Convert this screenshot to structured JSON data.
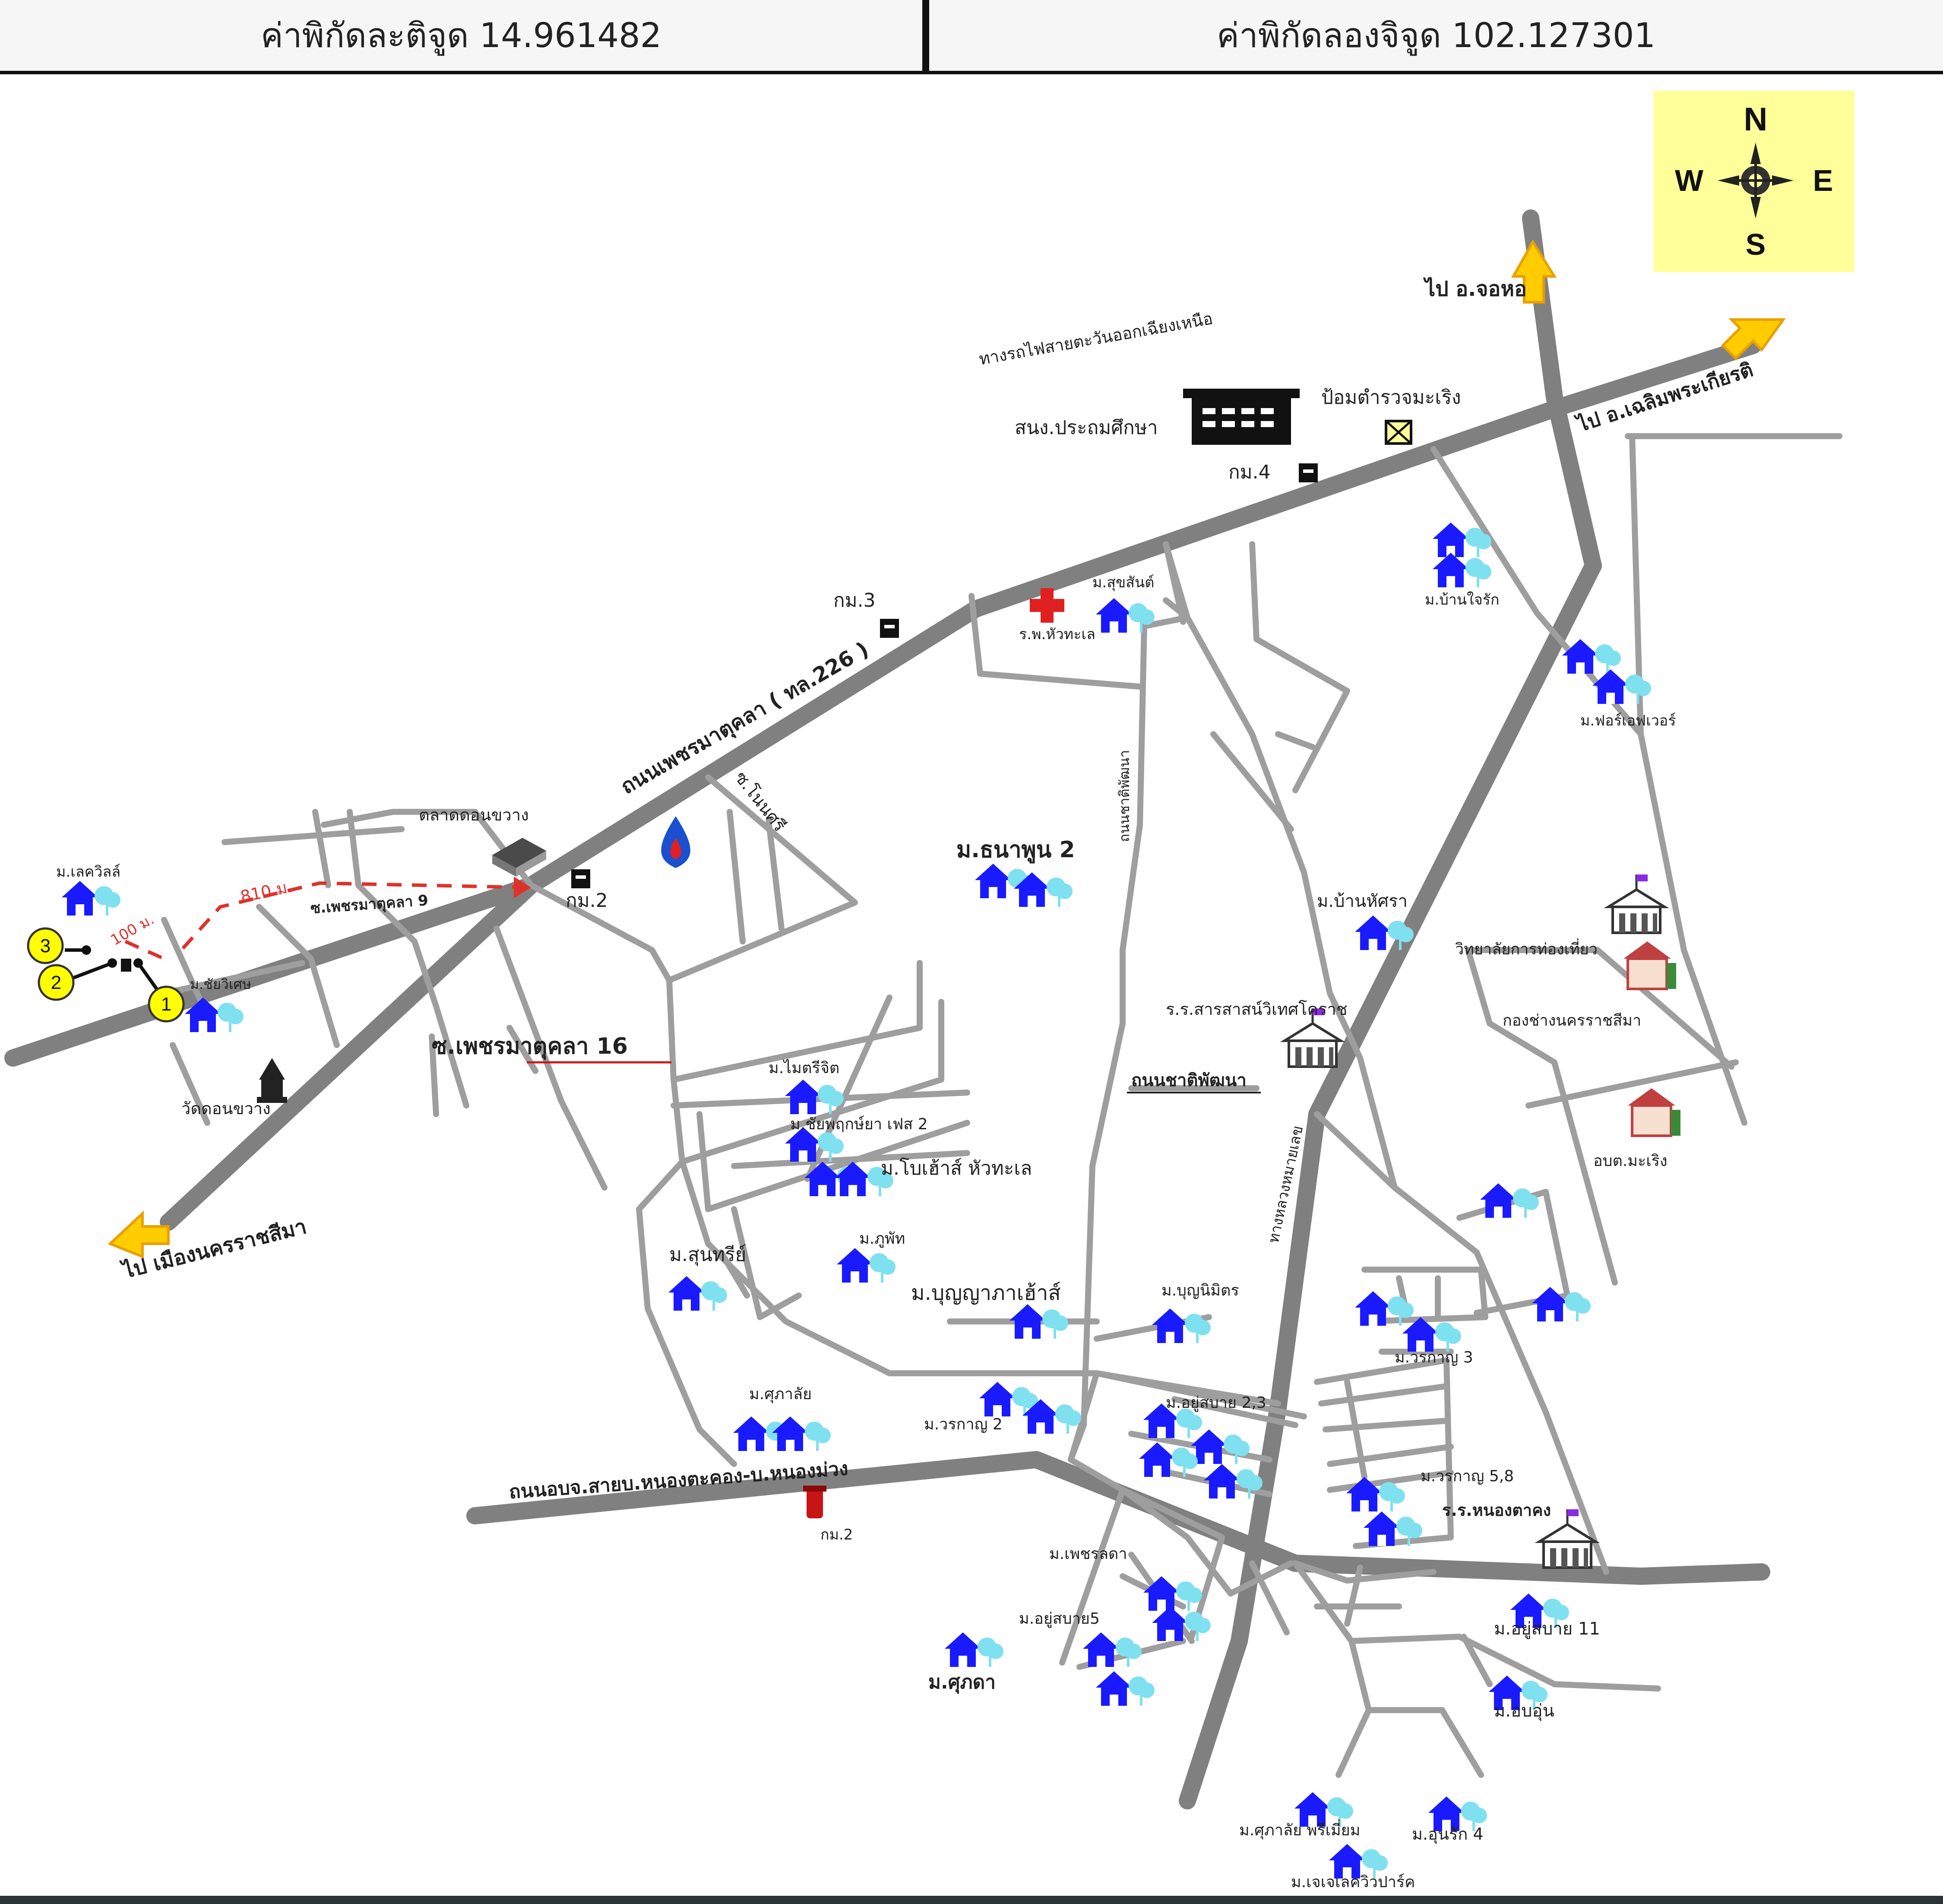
{
  "header": {
    "latitude_text": "ค่าพิกัดละติจูด 14.961482",
    "longitude_text": "ค่าพิกัดลองจิจูด 102.127301"
  },
  "compass": {
    "n": "N",
    "s": "S",
    "e": "E",
    "w": "W",
    "background": "#ffff99"
  },
  "colors": {
    "road": "#808080",
    "minor_road": "#9e9e9e",
    "route_dashed": "#e0312b",
    "arrow": "#ffcc00",
    "marker": "#ffff00",
    "house": "#1a1aff",
    "hospital": "#e02020"
  },
  "labels": {
    "to_chokchai": "ไป อ.จอหอ",
    "to_chaloem": "ไป อ.เฉลิมพระเกียรติ",
    "to_nakhon": "ไป เมืองนครราชสีมา",
    "railway": "ทางรถไฟสายตะวันออกเฉียงเหนือ",
    "edu_office": "สนง.ประถมศึกษา",
    "police": "ป้อมตำรวจมะเริง",
    "km4": "กม.4",
    "km3": "กม.3",
    "km2a": "กม.2",
    "km2b": "กม.2",
    "main_road": "ถนนเพชรมาตุคลา ( ทล.226 )",
    "hospital": "ร.พ.หัวทะเล",
    "m_sukhsan": "ม.สุขสันต์",
    "m_ban_jadsan": "ม.บ้านใจรัก",
    "m_forever": "ม.ฟอร์เอฟเวอร์",
    "market": "ตลาดดอนขวาง",
    "soi_phonsri": "ซ.โนนศรี",
    "m_thanaphun2": "ม.ธนาพูน 2",
    "m_lifestyle": "ม.เลควิลล์",
    "dist_810": "810 ม.",
    "dist_100": "100 ม.",
    "soi_phetmatukala9": "ซ.เพชรมาตุคลา 9",
    "m_chaiwiset": "ม.ชัยวิเศษ",
    "wat_donkhwang": "วัดดอนขวาง",
    "soi_phetmatukala16": "ซ.เพชรมาตุคลา 16",
    "m_ban_hatsaya": "ม.บ้านหัศรา",
    "college_tourism": "วิทยาลัยการท่องเที่ยว",
    "school_lasalle": "ร.ร.สารสาสน์วิเทศโคราช",
    "road_chatpatthana": "ถนนชาติพัฒนา",
    "road_chatpatthana_v": "ถนนชาติพัฒนา",
    "kong_chang": "กองช่างนครราชสีมา",
    "m_maitri": "ม.ไมตรีจิต",
    "m_chaiyaphruek": "ม.ชัยพฤกษ์ยา เฟส 2",
    "m_bohaus": "ม.โบเฮ้าส์ หัวทะเล",
    "obt_marueng": "อบต.มะเริง",
    "m_sunthari": "ม.สุนทรีย์",
    "m_phuphat": "ม.ภูพัท",
    "m_bunyaphahouse": "ม.บุญญาภาเฮ้าส์",
    "m_bunnimit": "ม.บุญนิมิตร",
    "m_warakon3": "ม.วรกาญ 3",
    "m_suphalai": "ม.ศุภาลัย",
    "m_warakon2": "ม.วรกาญ 2",
    "m_yusabai23": "ม.อยู่สบาย 2,3",
    "m_warakon58": "ม.วรกาญ 5,8",
    "road_nongtakhong": "ถนนอบจ.สายบ.หนองตะคอง-บ.หนองม่วง",
    "school_nongtakhong": "ร.ร.หนองตาคง",
    "m_phetrada": "ม.เพชรลดา",
    "m_yusabai5": "ม.อยู่สบาย5",
    "m_yusabai11": "ม.อยู่สบาย 11",
    "m_suphada": "ม.ศุภดา",
    "m_ounun": "ม.อบอุ่น",
    "m_suphalai_pri": "ม.ศุภาลัย พรีเมี่ยม",
    "m_ounrak4": "ม.อุ่นรัก 4",
    "m_ichit": "ม.เจเจเลควิวปาร์ค",
    "road_rail_text": "ทางหลวงหมายเลข",
    "marker_1": "1",
    "marker_2": "2",
    "marker_3": "3"
  }
}
